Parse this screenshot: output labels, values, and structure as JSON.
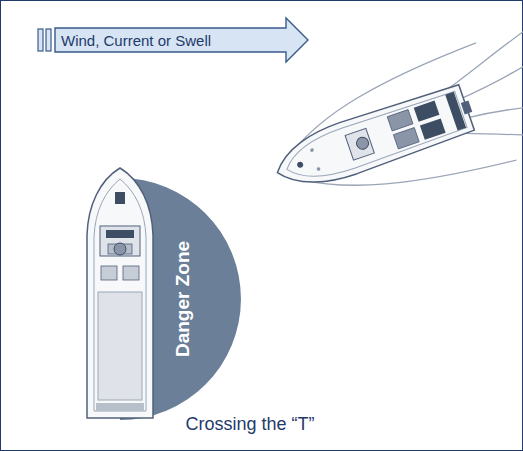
{
  "diagram": {
    "caption": "Crossing the “T”",
    "nodes": [
      {
        "text": [
          "Wind, Current or Swell"
        ]
      },
      {
        "text": [
          "Danger Zone"
        ]
      }
    ]
  }
}
